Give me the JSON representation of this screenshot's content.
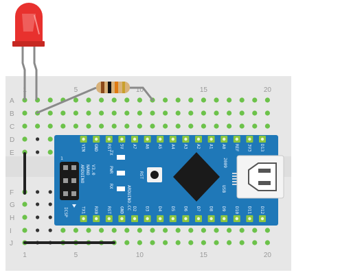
{
  "breadboard": {
    "rows_top": [
      "A",
      "B",
      "C",
      "D",
      "E"
    ],
    "rows_bottom": [
      "F",
      "G",
      "H",
      "I",
      "J"
    ],
    "column_marks": [
      "1",
      "5",
      "10",
      "15",
      "20"
    ],
    "colors": {
      "board": "#e7e7e7",
      "hole": "#333333",
      "active_hole": "#6cc24a",
      "wire": "#222222"
    }
  },
  "led": {
    "color": "#e8312e",
    "icon": "red-led-icon"
  },
  "resistor": {
    "icon": "resistor-icon"
  },
  "arduino": {
    "board_name": "ARDUINO",
    "board_model": "NANO",
    "board_version": "V3.0",
    "header_number": "1",
    "icsp_label": "ICSP",
    "maker": "ARDUINO.CC",
    "year": "2009",
    "usb_label": "USB",
    "led_labels": [
      "PWR",
      "TX",
      "RX"
    ],
    "rst_label": "RST",
    "top_pins": [
      "D13",
      "3V3",
      "REF",
      "A0",
      "A1",
      "A2",
      "A3",
      "A4",
      "A5",
      "A6",
      "A7",
      "5V",
      "RST",
      "GND",
      "VIN"
    ],
    "bottom_pins": [
      "D12",
      "D11",
      "D10",
      "D9",
      "D8",
      "D7",
      "D6",
      "D5",
      "D4",
      "D3",
      "D2",
      "GND",
      "RST",
      "RX0",
      "TX1"
    ],
    "colors": {
      "pcb": "#1f78b8",
      "chip": "#1a1a1a",
      "pin": "#8cc63f"
    }
  }
}
